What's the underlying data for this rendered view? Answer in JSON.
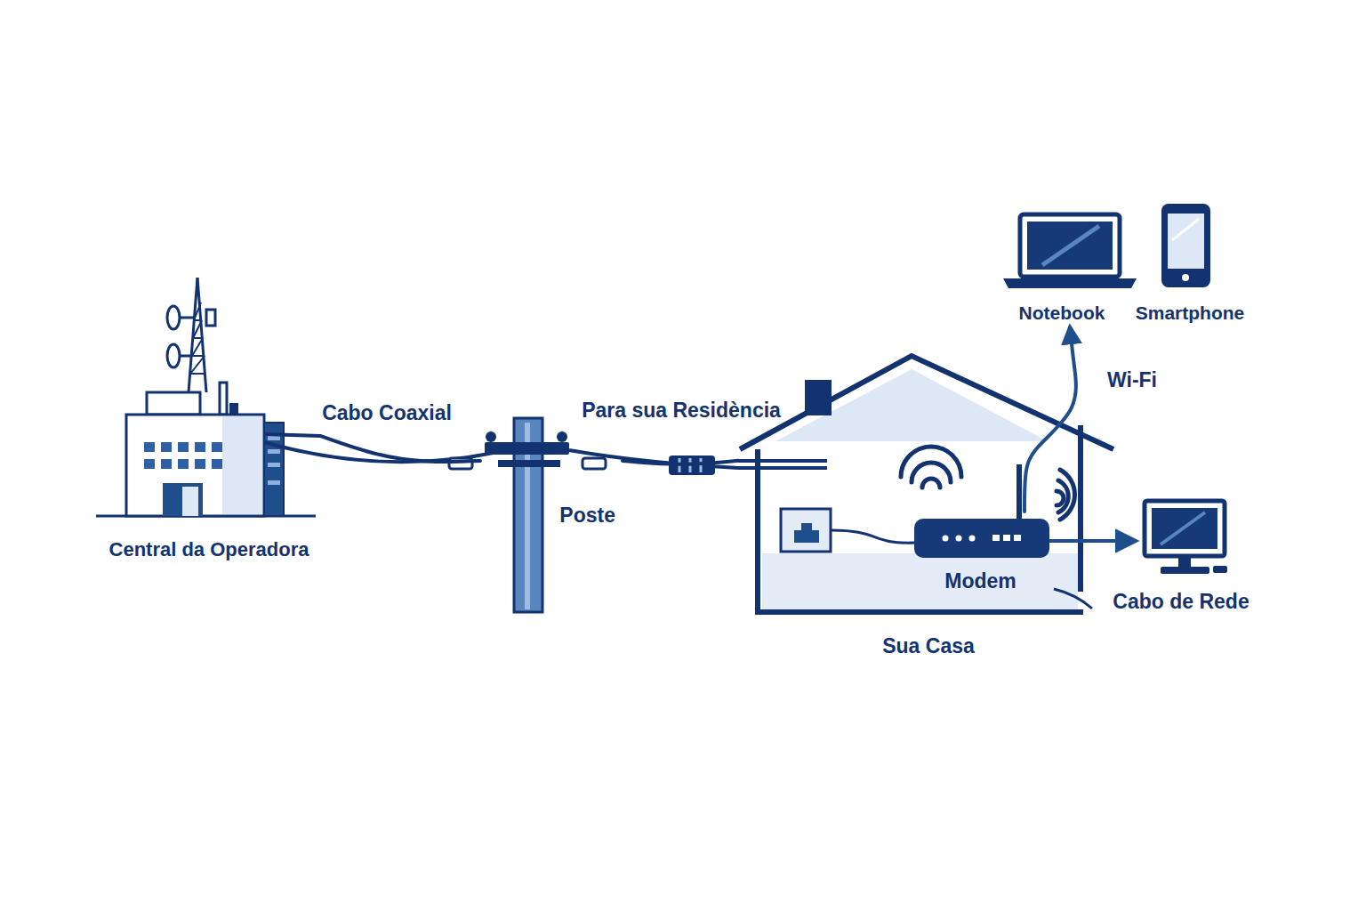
{
  "diagram": {
    "nodes": [
      {
        "text": [
          "Central da Operadora"
        ]
      },
      {
        "text": [
          "Poste"
        ]
      },
      {
        "text": [
          "Sua Casa"
        ]
      },
      {
        "text": [
          "Modem"
        ],
        "in": 2
      },
      {
        "text": [
          "Notebook"
        ]
      },
      {
        "text": [
          "Smartphone"
        ]
      }
    ],
    "edges": [
      {
        "from": 0,
        "to": 1,
        "label": "Cabo Coaxial",
        "arrow": "none"
      },
      {
        "from": 1,
        "to": 2,
        "label": "Para sua Residència",
        "arrow": "none"
      },
      {
        "from": 3,
        "to": 4,
        "label": "Wi-Fi",
        "arrow": "to"
      }
    ],
    "labels": [
      "Cabo de Rede"
    ]
  }
}
